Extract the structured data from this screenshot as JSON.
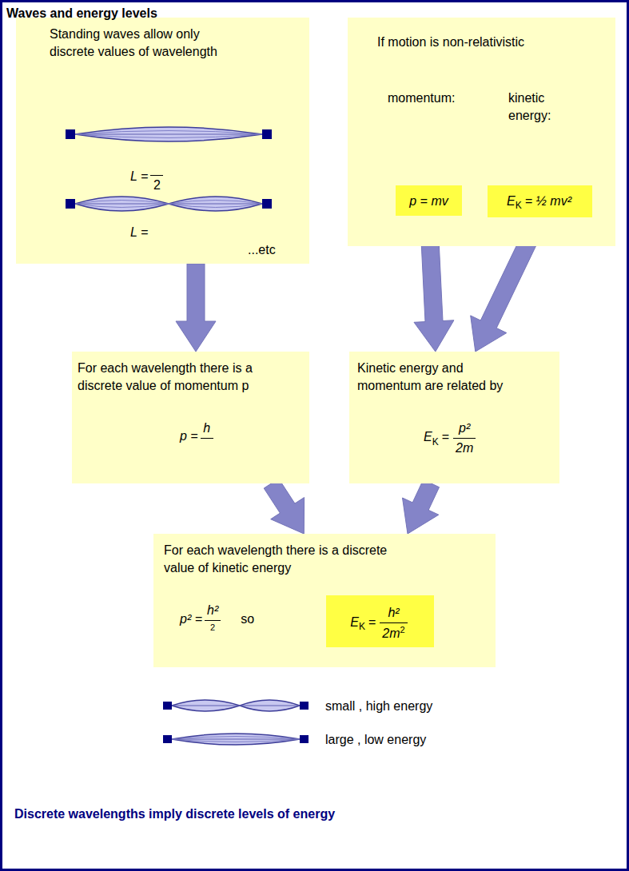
{
  "diagram": {
    "title": "Waves and energy levels",
    "caption": "Discrete wavelengths imply discrete levels of energy",
    "nodes": [
      {
        "text": [
          "Standing waves allow only discrete values of wavelength",
          "L =",
          "2",
          "L =",
          "...etc"
        ]
      },
      {
        "text": [
          "If motion is non-relativistic",
          "momentum:",
          "kinetic energy:"
        ]
      },
      {
        "text": [
          "p = mv"
        ],
        "in": 1
      },
      {
        "text": [
          "E",
          "K",
          "= ½ mv²"
        ],
        "in": 1
      },
      {
        "text": [
          "For each wavelength there is a discrete value of momentum p",
          "p =",
          "h"
        ]
      },
      {
        "text": [
          "Kinetic energy and momentum are related by",
          "E",
          "K",
          "=",
          "p²",
          "2m"
        ]
      },
      {
        "text": [
          "For each wavelength there is a discrete value of kinetic energy",
          "p² =",
          "h²",
          "2",
          "so"
        ]
      },
      {
        "text": [
          "E",
          "K",
          "=",
          "h²",
          "2m",
          "2"
        ],
        "in": 6
      }
    ],
    "edges": [
      {
        "from": 0,
        "to": 4,
        "arrow": "to"
      },
      {
        "from": 2,
        "to": 5,
        "arrow": "to"
      },
      {
        "from": 3,
        "to": 5,
        "arrow": "to"
      },
      {
        "from": 4,
        "to": 6,
        "arrow": "to"
      },
      {
        "from": 5,
        "to": 6,
        "arrow": "to"
      }
    ],
    "labels": [
      "small , high energy",
      "large , low energy"
    ]
  }
}
